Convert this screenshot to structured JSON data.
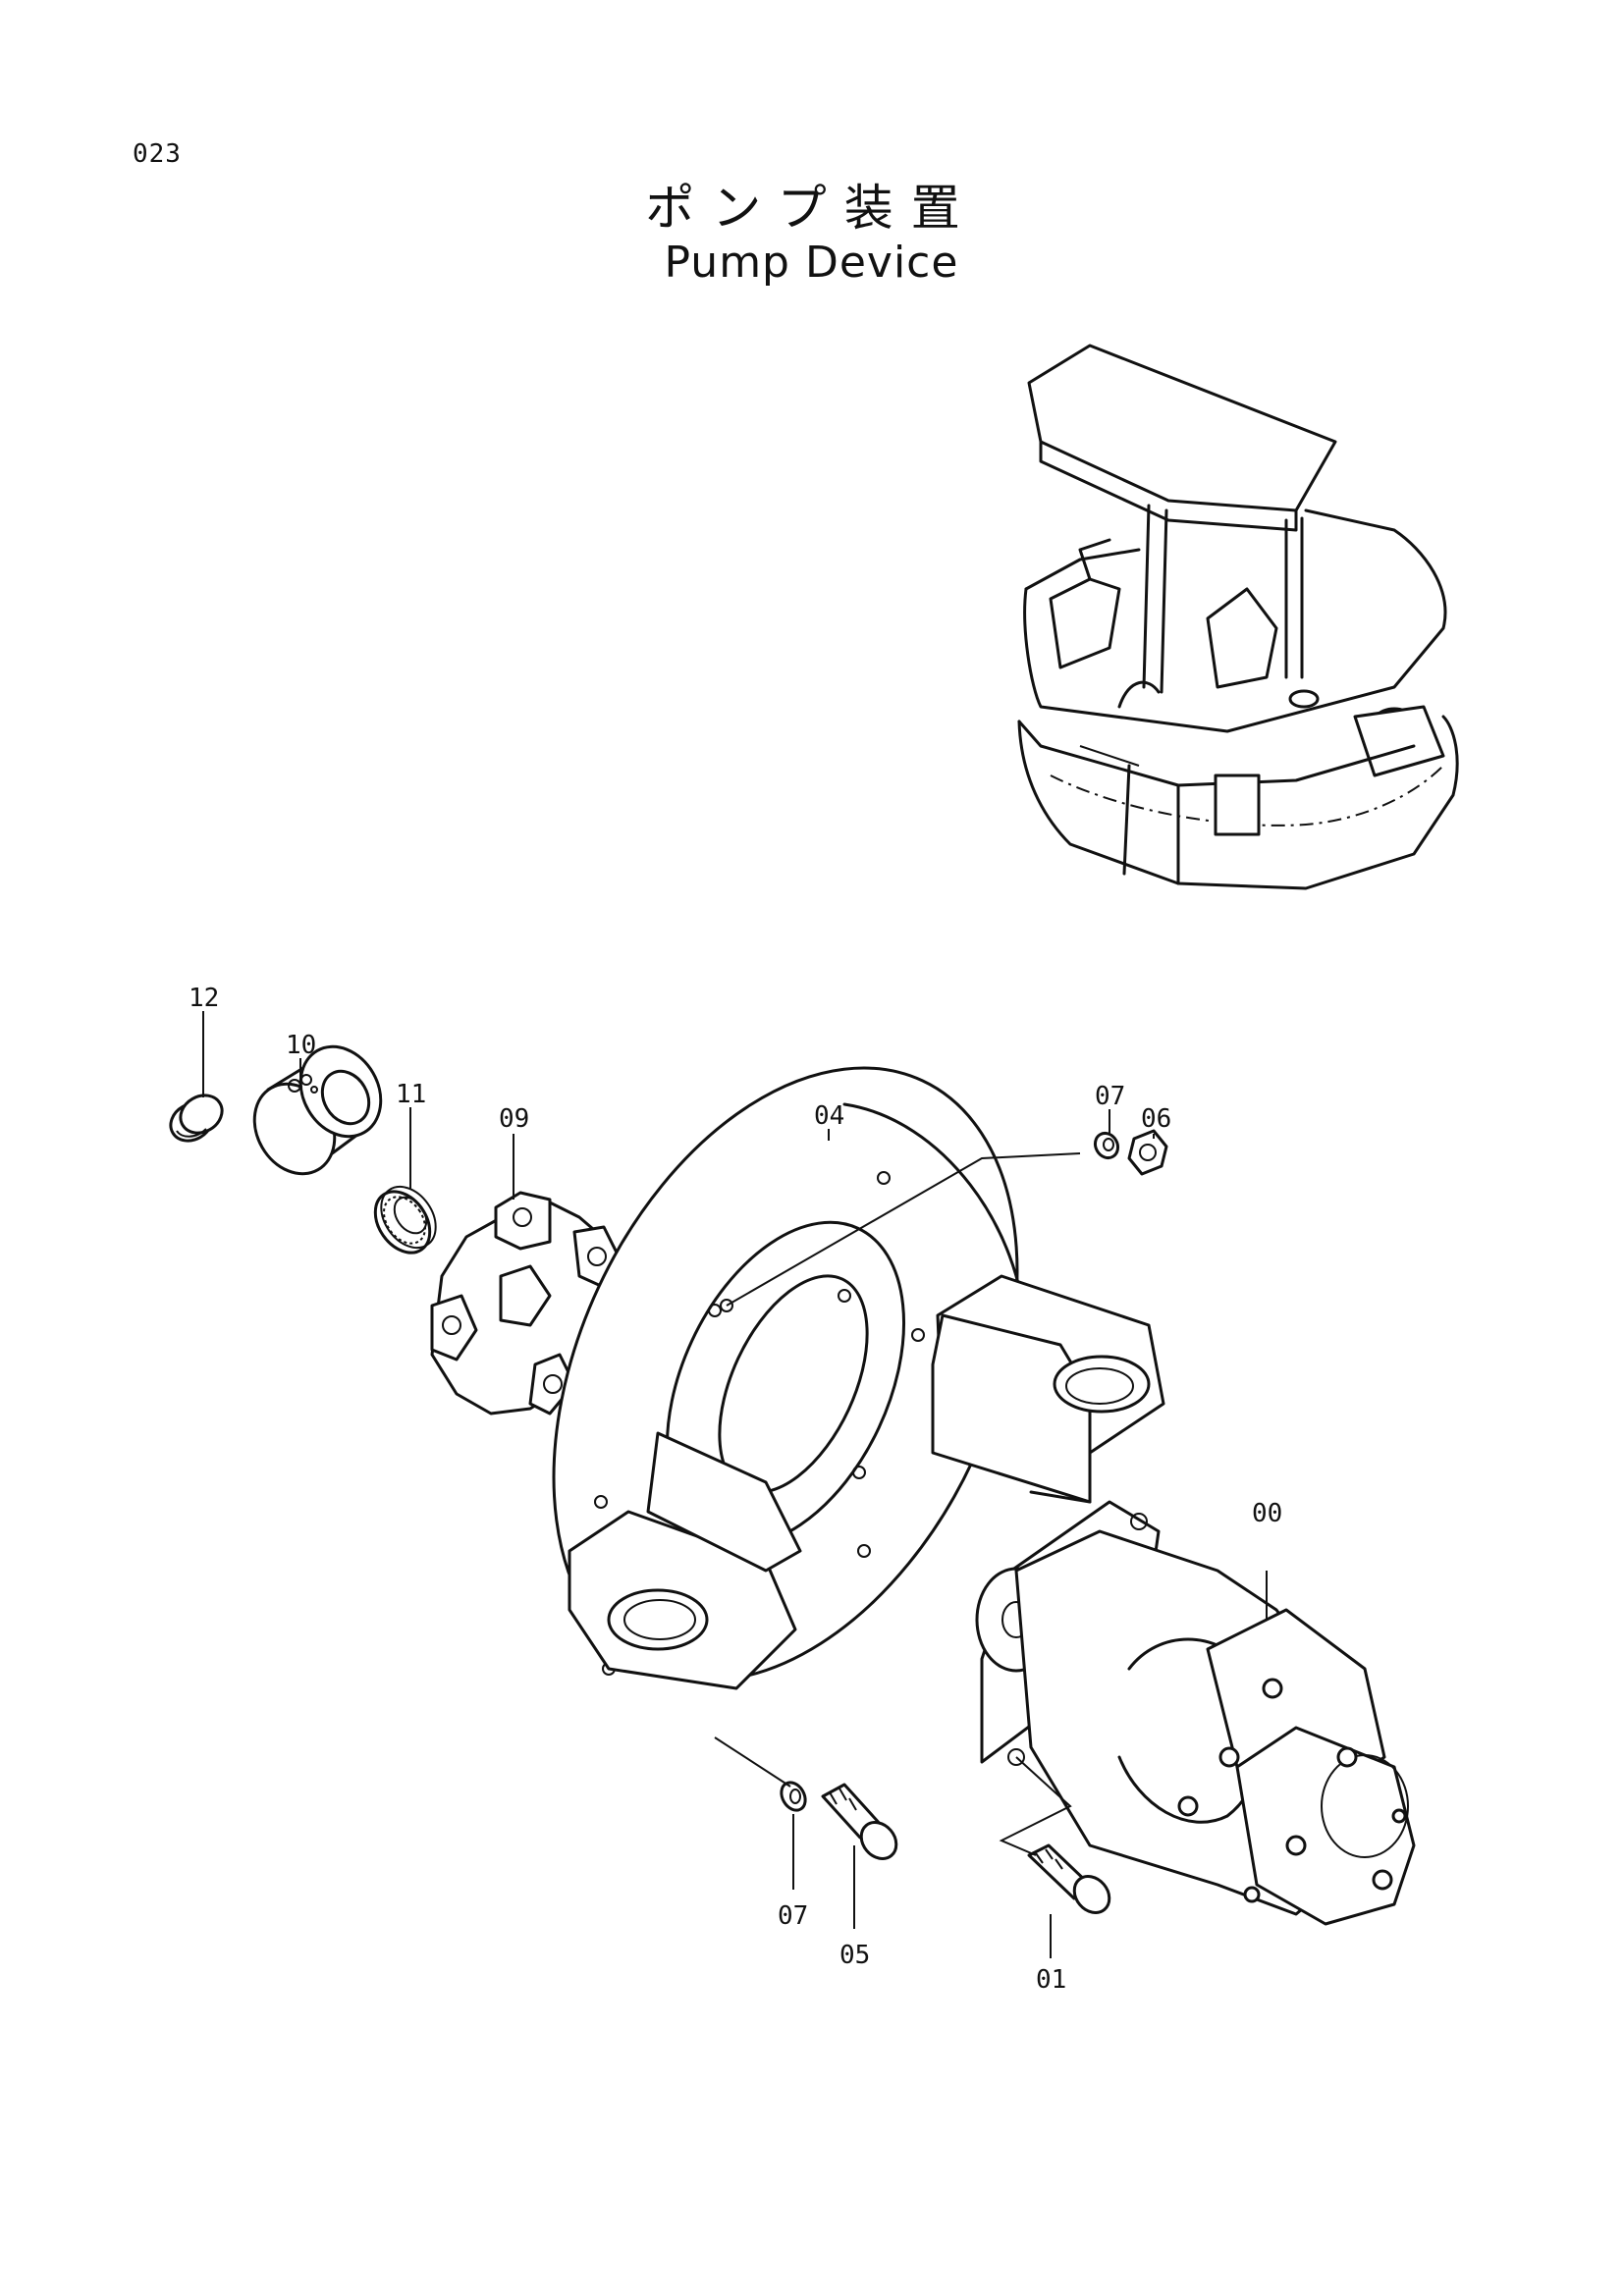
{
  "page_number": "023",
  "title_jp": "ポンプ装置",
  "title_en": "Pump Device",
  "callouts": {
    "c12": "12",
    "c10": "10",
    "c11": "11",
    "c09": "09",
    "c04": "04",
    "c07_top": "07",
    "c06": "06",
    "c00": "00",
    "c07_bottom": "07",
    "c05": "05",
    "c01": "01"
  }
}
